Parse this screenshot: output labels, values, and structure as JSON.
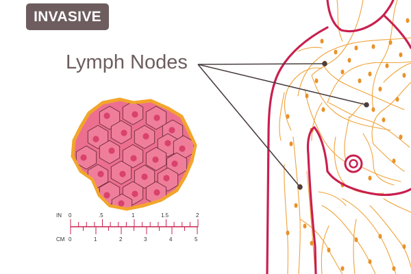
{
  "badge": {
    "label": "INVASIVE"
  },
  "title": "Lymph Nodes",
  "colors": {
    "badge_bg": "#6d5d5e",
    "body_outline": "#c8204f",
    "lymph": "#f0a23a",
    "node": "#e8922a",
    "pointer": "#4a3f40",
    "cell_fill": "#ec6f90",
    "cell_border": "#f2a52c",
    "ruler": "#c8204f"
  },
  "scale": {
    "in_label": "IN",
    "cm_label": "CM",
    "in_ticks": [
      "0",
      ".5",
      "1",
      "1.5",
      "2"
    ],
    "cm_ticks": [
      "0",
      "1",
      "2",
      "3",
      "4",
      "5"
    ]
  }
}
